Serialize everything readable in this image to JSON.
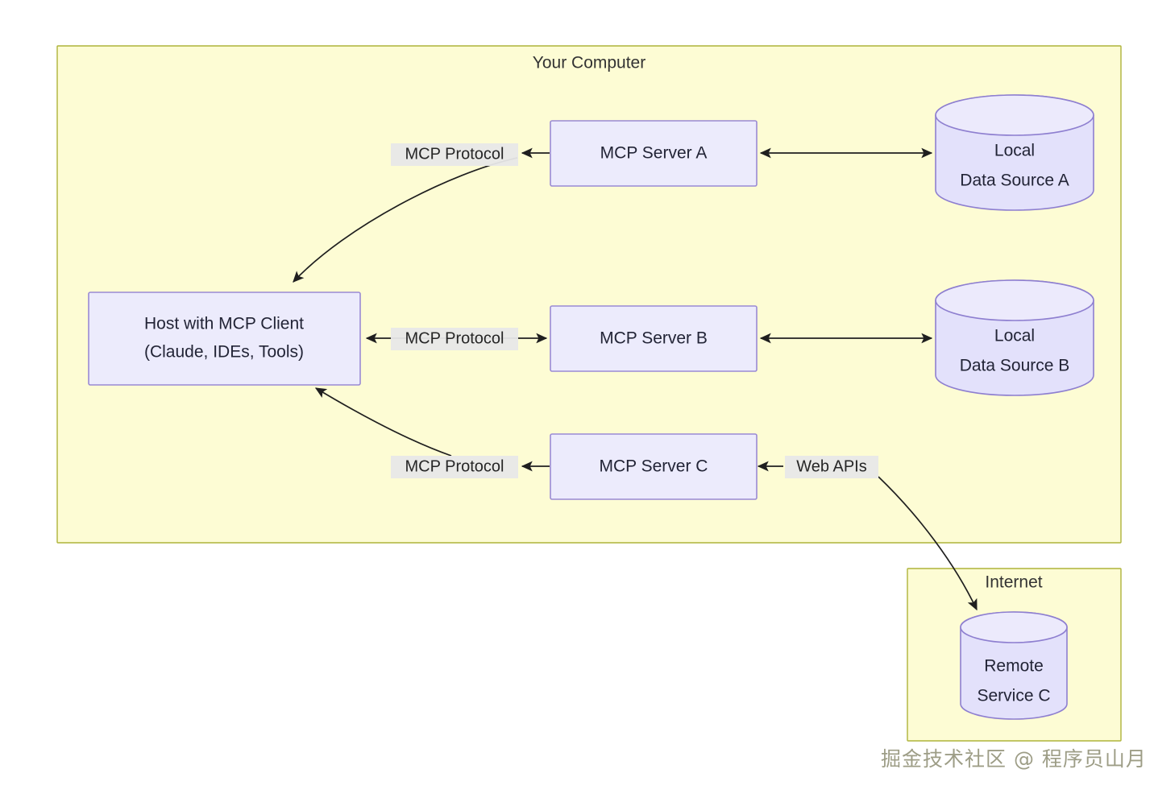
{
  "diagram": {
    "type": "architecture-flow",
    "clusters": [
      {
        "id": "your-computer",
        "label": "Your Computer"
      },
      {
        "id": "internet",
        "label": "Internet"
      }
    ],
    "nodes": [
      {
        "id": "host",
        "label_line1": "Host with MCP Client",
        "label_line2": "(Claude, IDEs, Tools)",
        "shape": "rect"
      },
      {
        "id": "server-a",
        "label": "MCP Server A",
        "shape": "rect"
      },
      {
        "id": "server-b",
        "label": "MCP Server B",
        "shape": "rect"
      },
      {
        "id": "server-c",
        "label": "MCP Server C",
        "shape": "rect"
      },
      {
        "id": "data-a",
        "label_line1": "Local",
        "label_line2": "Data Source A",
        "shape": "cylinder"
      },
      {
        "id": "data-b",
        "label_line1": "Local",
        "label_line2": "Data Source B",
        "shape": "cylinder"
      },
      {
        "id": "remote-c",
        "label_line1": "Remote",
        "label_line2": "Service C",
        "shape": "cylinder"
      }
    ],
    "edges": [
      {
        "id": "host-server-a",
        "label": "MCP Protocol",
        "direction": "both"
      },
      {
        "id": "host-server-b",
        "label": "MCP Protocol",
        "direction": "both"
      },
      {
        "id": "host-server-c",
        "label": "MCP Protocol",
        "direction": "both"
      },
      {
        "id": "server-a-data-a",
        "label": "",
        "direction": "both"
      },
      {
        "id": "server-b-data-b",
        "label": "",
        "direction": "both"
      },
      {
        "id": "server-c-remote-c",
        "label": "Web APIs",
        "direction": "both"
      }
    ],
    "colors": {
      "cluster_fill": "#fdfcd4",
      "cluster_stroke": "#aeb33a",
      "node_fill": "#ecebfc",
      "node_stroke": "#9a8ad4",
      "cylinder_fill": "#e3e1fb",
      "cylinder_stroke": "#8e7fd0",
      "edge_stroke": "#1f1f1f",
      "edge_label_bg": "#e8e8e8",
      "text": "#222436"
    }
  },
  "watermark": {
    "text": "掘金技术社区 @ 程序员山月"
  }
}
